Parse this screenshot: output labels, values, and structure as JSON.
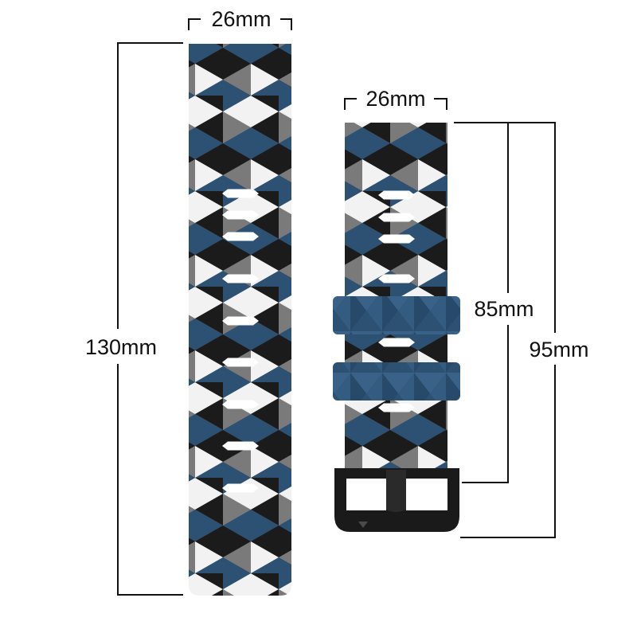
{
  "dimensions": {
    "long_strap_width": "26mm",
    "long_strap_length": "130mm",
    "short_strap_width": "26mm",
    "short_strap_body_length": "85mm",
    "short_strap_total_length": "95mm"
  },
  "colors": {
    "background": "#ffffff",
    "dimension_line": "#111111",
    "pattern_navy": "#2d5172",
    "pattern_black": "#1b1b1b",
    "pattern_gray": "#7a7a7a",
    "pattern_white": "#f2f2f2",
    "buckle": "#1a1a1a"
  },
  "icons": {
    "buckle": "buckle-icon"
  }
}
